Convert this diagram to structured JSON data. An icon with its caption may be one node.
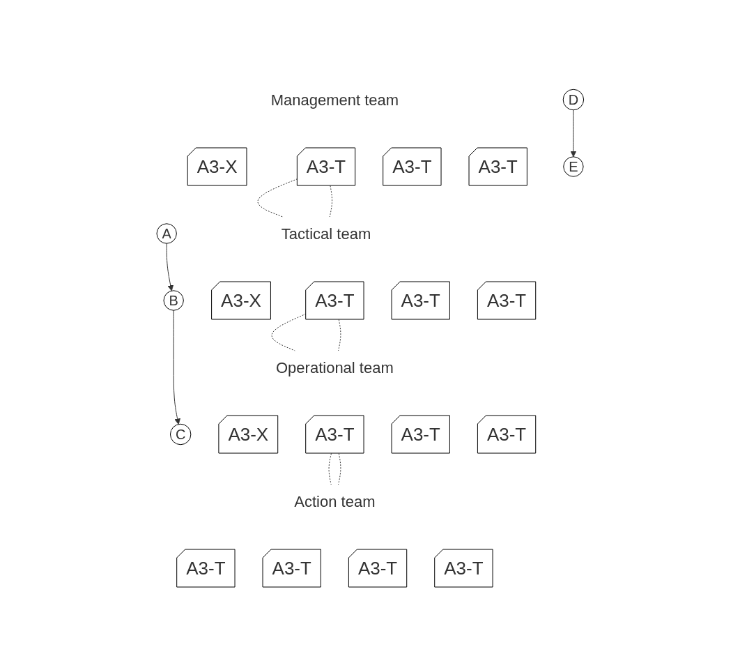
{
  "diagram": {
    "nodes": [
      {
        "text": [
          "Management team"
        ]
      },
      {
        "text": [
          "A"
        ]
      },
      {
        "text": [
          "A3-X"
        ]
      },
      {
        "text": [
          "A3-T"
        ]
      },
      {
        "text": [
          "A3-T"
        ]
      },
      {
        "text": [
          "A3-T"
        ]
      },
      {
        "text": [
          "E"
        ]
      },
      {
        "text": [
          "Tactical team"
        ]
      },
      {
        "text": [
          "B"
        ]
      },
      {
        "text": [
          "A3-X"
        ]
      },
      {
        "text": [
          "A3-T"
        ]
      },
      {
        "text": [
          "A3-T"
        ]
      },
      {
        "text": [
          "A3-T"
        ]
      },
      {
        "text": [
          "D"
        ]
      },
      {
        "text": [
          "Operational team"
        ]
      },
      {
        "text": [
          "C"
        ]
      },
      {
        "text": [
          "A3-X"
        ]
      },
      {
        "text": [
          "A3-T"
        ]
      },
      {
        "text": [
          "A3-T"
        ]
      },
      {
        "text": [
          "A3-T"
        ]
      },
      {
        "text": [
          "Action team"
        ]
      },
      {
        "text": [
          "A3-T"
        ]
      },
      {
        "text": [
          "A3-T"
        ]
      },
      {
        "text": [
          "A3-T"
        ]
      },
      {
        "text": [
          "A3-T"
        ]
      }
    ],
    "edges": [
      {
        "from": 1,
        "to": 8,
        "arrow": "to"
      },
      {
        "from": 8,
        "to": 15,
        "arrow": "to"
      },
      {
        "from": 13,
        "to": 6,
        "arrow": "to"
      },
      {
        "from": 3,
        "to": 7,
        "arrow": "none",
        "style": "dashed"
      },
      {
        "from": 3,
        "to": 7,
        "arrow": "none",
        "style": "dashed"
      },
      {
        "from": 10,
        "to": 14,
        "arrow": "none",
        "style": "dashed"
      },
      {
        "from": 10,
        "to": 14,
        "arrow": "none",
        "style": "dashed"
      },
      {
        "from": 17,
        "to": 20,
        "arrow": "none",
        "style": "dashed"
      },
      {
        "from": 17,
        "to": 20,
        "arrow": "none",
        "style": "dashed"
      }
    ]
  }
}
